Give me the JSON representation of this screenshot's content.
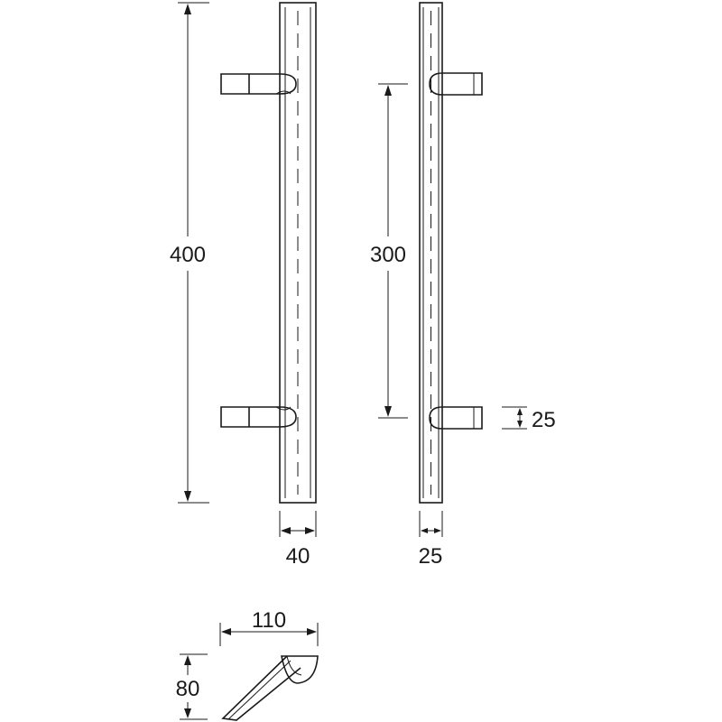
{
  "dimensions": {
    "overall_length": "400",
    "fixing_centres": "300",
    "bar_front_width": "40",
    "bar_side_width": "25",
    "standoff_height": "25",
    "projection": "110",
    "depth": "80"
  },
  "colors": {
    "line": "#1a1a1a",
    "background": "#ffffff"
  }
}
